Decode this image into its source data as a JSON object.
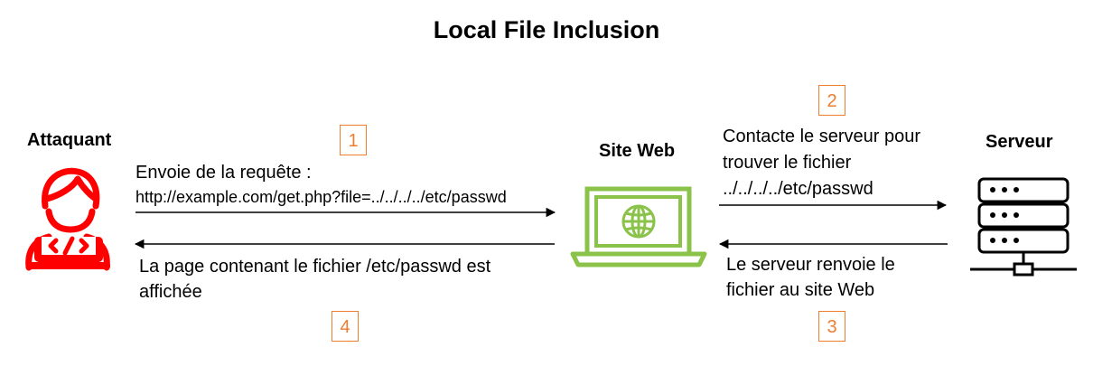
{
  "title": "Local File Inclusion",
  "actors": {
    "attacker": "Attaquant",
    "website": "Site Web",
    "server": "Serveur"
  },
  "messages": {
    "request_line1": "Envoie de la requête :",
    "request_line2": "http://example.com/get.php?file=../../../../etc/passwd",
    "contact_line1": "Contacte le serveur pour",
    "contact_line2": "trouver le fichier",
    "contact_line3": "../../../../etc/passwd",
    "return_line1": "Le serveur renvoie le",
    "return_line2": "fichier au site Web",
    "display_line1": "La page contenant le fichier /etc/passwd est",
    "display_line2": "affichée"
  },
  "steps": [
    "1",
    "2",
    "3",
    "4"
  ],
  "colors": {
    "attacker": "#FF0000",
    "website": "#8BC34A",
    "step": "#ED7D31",
    "arrow": "#000000"
  },
  "icons": {
    "attacker": "hacker-laptop-icon",
    "website": "laptop-globe-icon",
    "server": "server-rack-icon"
  }
}
